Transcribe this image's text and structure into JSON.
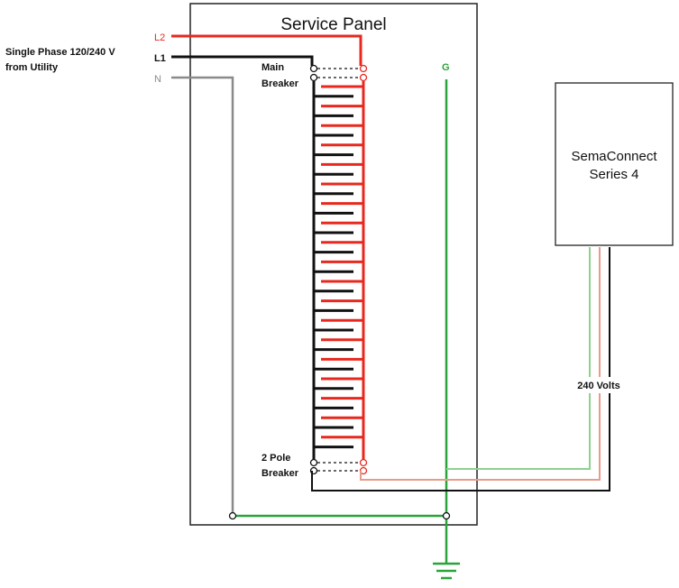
{
  "title": "Service Panel",
  "utility": {
    "line1": "Single Phase 120/240 V",
    "line2": "from Utility"
  },
  "lines": {
    "l2": "L2",
    "l1": "L1",
    "n": "N",
    "g": "G"
  },
  "main_breaker": {
    "line1": "Main",
    "line2": "Breaker"
  },
  "two_pole_breaker": {
    "line1": "2 Pole",
    "line2": "Breaker"
  },
  "device": {
    "line1": "SemaConnect",
    "line2": "Series 4"
  },
  "voltage_label": "240 Volts",
  "colors": {
    "hot_l2": "#e8281e",
    "hot_l1": "#111111",
    "neutral": "#8a8a8a",
    "ground": "#2aa43a",
    "neutral_to_device": "#e89b8a",
    "ground_to_device": "#8fd08f"
  }
}
